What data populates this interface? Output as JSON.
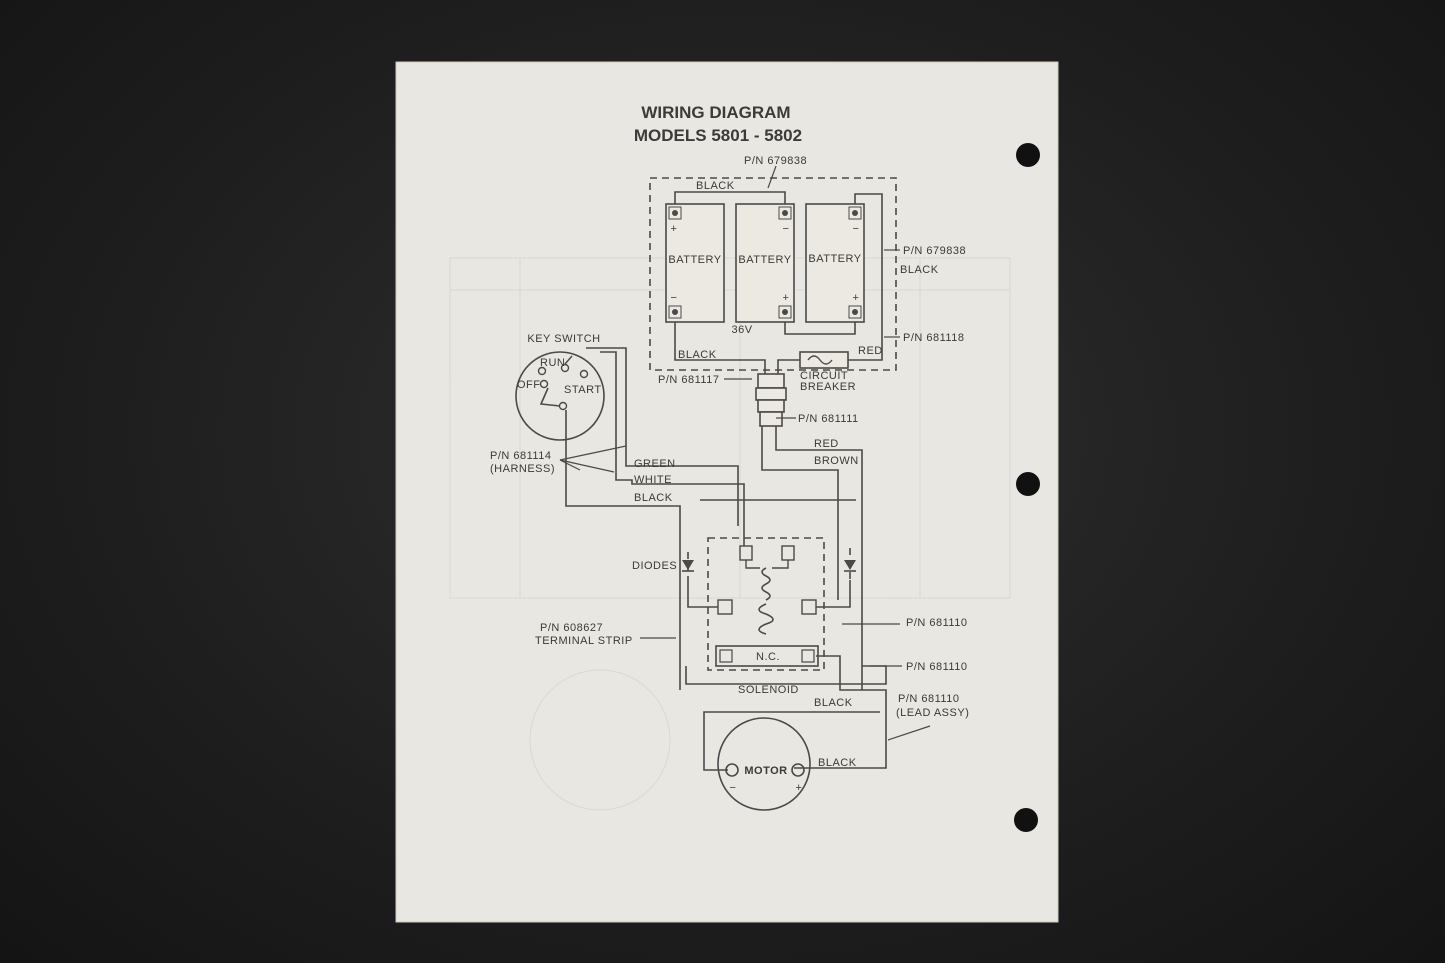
{
  "document": {
    "title_line1": "WIRING DIAGRAM",
    "title_line2": "MODELS 5801 - 5802"
  },
  "batteries": {
    "label": "BATTERY",
    "voltage": "36V",
    "plus": "+",
    "minus": "−"
  },
  "labels": {
    "pn_679838_top": "P/N 679838",
    "black_top": "BLACK",
    "pn_679838_right": "P/N 679838",
    "black_right": "BLACK",
    "pn_681118": "P/N 681118",
    "red_top": "RED",
    "black_mid": "BLACK",
    "key_switch": "KEY SWITCH",
    "run": "RUN",
    "off": "OFF",
    "start": "START",
    "pn_681117": "P/N 681117",
    "circuit": "CIRCUIT",
    "breaker": "BREAKER",
    "pn_681111": "P/N 681111",
    "red_mid": "RED",
    "brown": "BROWN",
    "pn_681114": "P/N 681114",
    "harness": "(HARNESS)",
    "green": "GREEN",
    "white": "WHITE",
    "black_harness": "BLACK",
    "diodes": "DIODES",
    "pn_681110_a": "P/N 681110",
    "pn_608627": "P/N 608627",
    "terminal_strip": "TERMINAL STRIP",
    "nc": "N.C.",
    "pn_681110_b": "P/N 681110",
    "solenoid": "SOLENOID",
    "black_lead": "BLACK",
    "pn_681110_c": "P/N 681110",
    "lead_assy": "(LEAD ASSY)",
    "motor": "MOTOR",
    "black_motor": "BLACK",
    "motor_minus": "−",
    "motor_plus": "+"
  },
  "colors": {
    "paper": "#e9e7e1",
    "ink": "#3a3a3a",
    "background": "#1e1e1e"
  }
}
